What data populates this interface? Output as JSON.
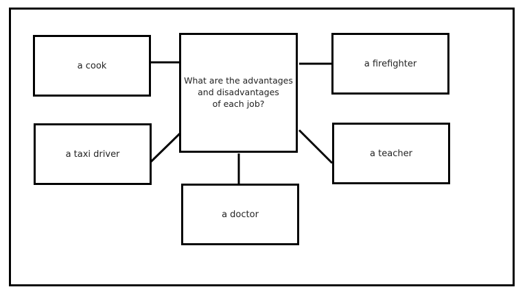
{
  "diagram": {
    "center": {
      "lines": [
        "What are the advantages",
        "and disadvantages",
        "of each job?"
      ]
    },
    "jobs": {
      "cook": "a cook",
      "firefighter": "a firefighter",
      "taxi_driver": "a taxi driver",
      "teacher": "a teacher",
      "doctor": "a doctor"
    }
  }
}
